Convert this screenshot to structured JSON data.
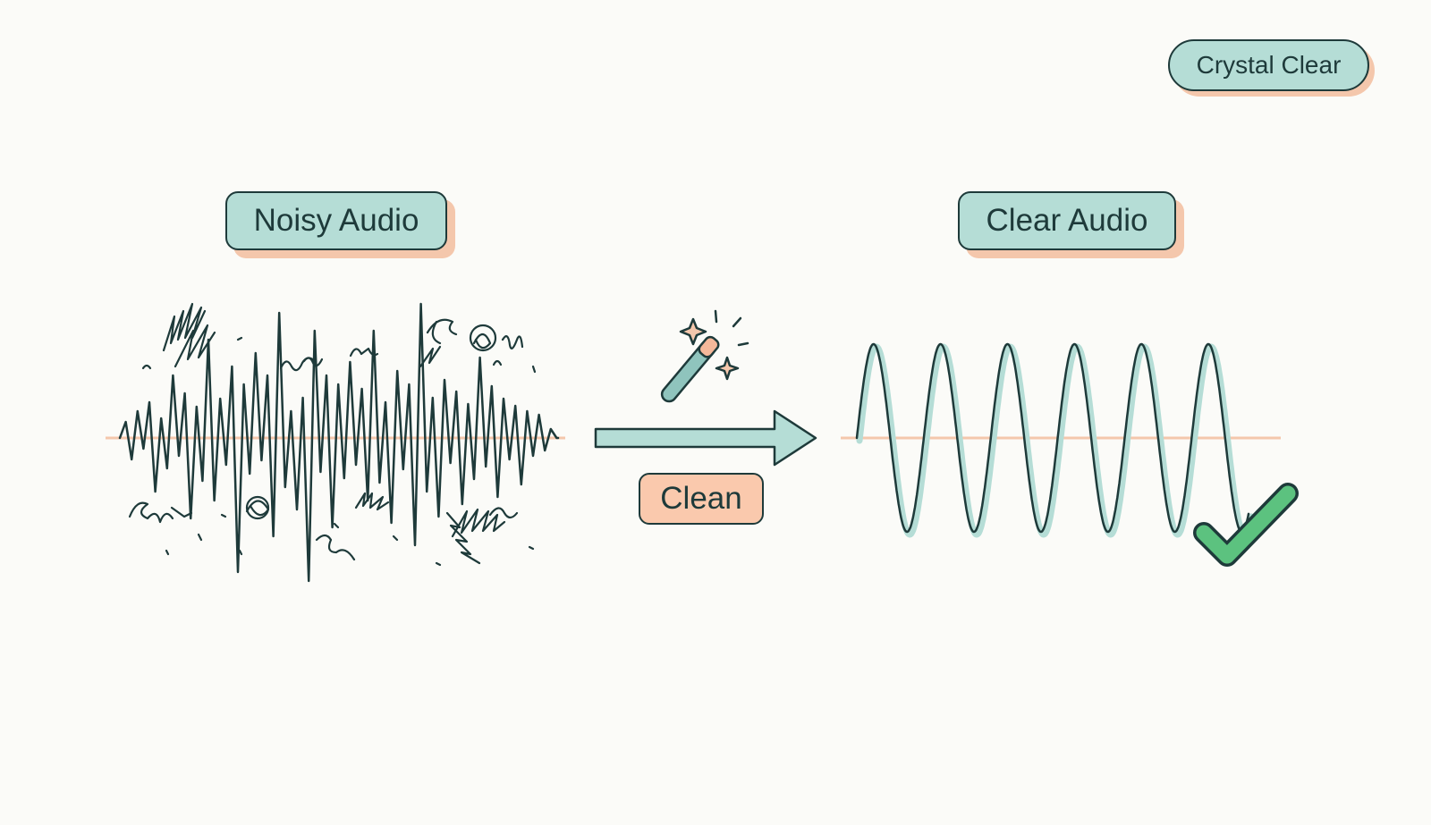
{
  "badge": {
    "label": "Crystal Clear"
  },
  "before": {
    "label": "Noisy Audio"
  },
  "after": {
    "label": "Clear Audio"
  },
  "process": {
    "label": "Clean"
  },
  "icons": {
    "process_icon": "magic-wand-icon",
    "result_icon": "check-mark-icon"
  },
  "colors": {
    "background": "#fbfbf8",
    "outline": "#1e3a3a",
    "accent_teal": "#b5ddd6",
    "accent_peach": "#f4c7ac",
    "check_green": "#5cc27f"
  }
}
